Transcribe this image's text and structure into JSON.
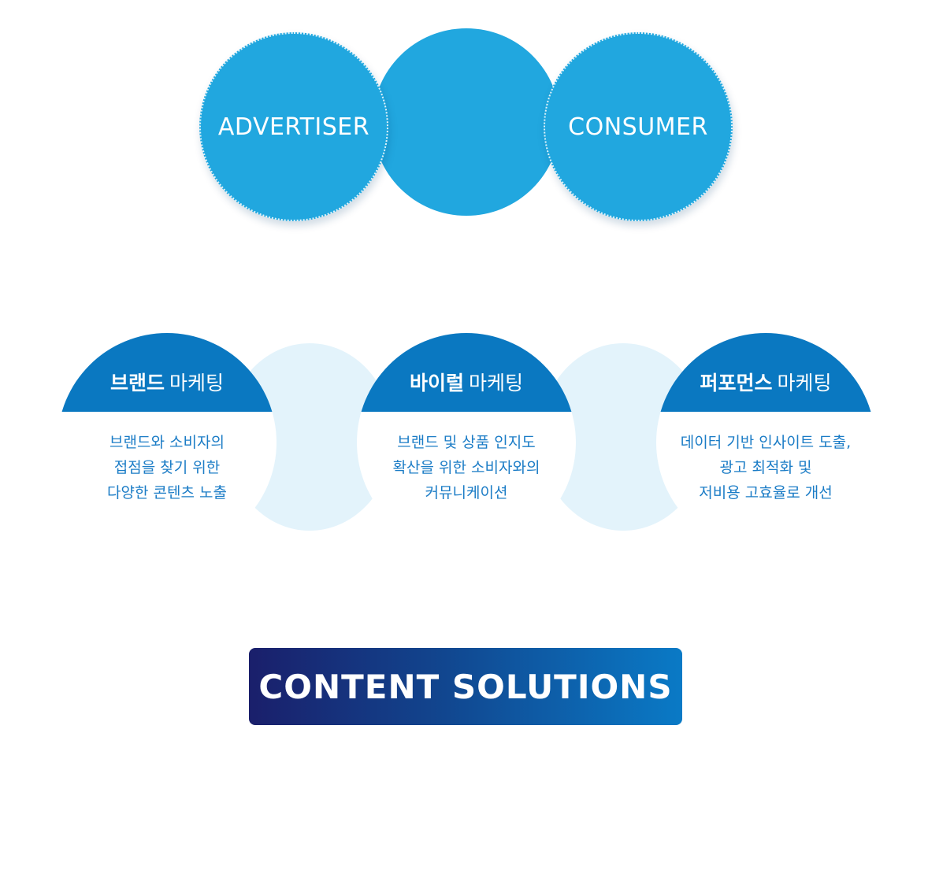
{
  "colors": {
    "circle": "#21a7df",
    "cap": "#0a78c1",
    "ring": "#e3f3fb",
    "desc_text": "#1b7cc6",
    "banner_start": "#1a1f6b",
    "banner_end": "#0a7ac6"
  },
  "venn": {
    "left_label": "ADVERTISER",
    "right_label": "CONSUMER"
  },
  "marketing": [
    {
      "title_strong": "브랜드",
      "title_light": "마케팅",
      "lines": [
        "브랜드와 소비자의",
        "접점을 찾기 위한",
        "다양한 콘텐츠 노출"
      ]
    },
    {
      "title_strong": "바이럴",
      "title_light": "마케팅",
      "lines": [
        "브랜드 및 상품 인지도",
        "확산을 위한 소비자와의",
        "커뮤니케이션"
      ]
    },
    {
      "title_strong": "퍼포먼스",
      "title_light": "마케팅",
      "lines": [
        "데이터 기반 인사이트 도출,",
        "광고 최적화 및",
        "저비용 고효율로 개선"
      ]
    }
  ],
  "banner": {
    "label": "CONTENT SOLUTIONS"
  }
}
